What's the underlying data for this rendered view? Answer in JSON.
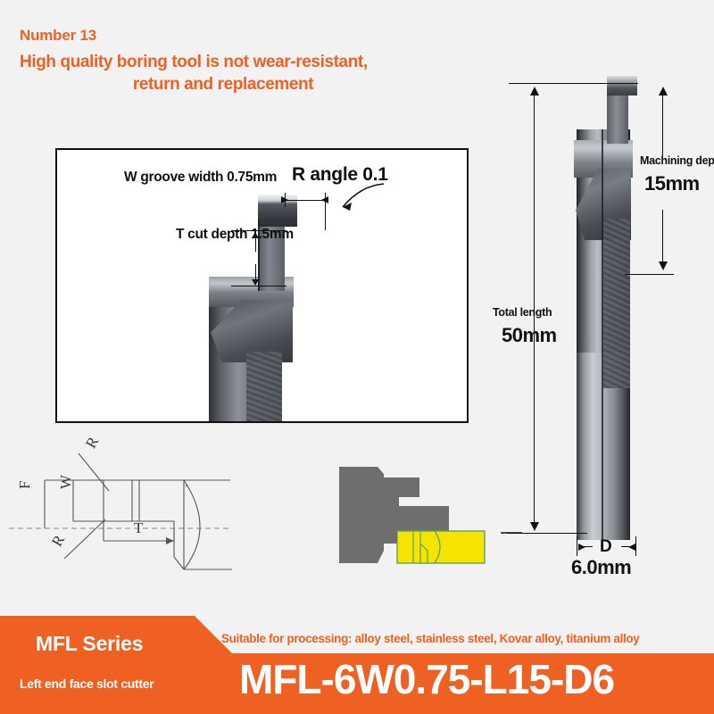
{
  "header": {
    "number": "Number 13",
    "headline_line1": "High quality boring tool is not wear-resistant,",
    "headline_line2": "return and replacement",
    "accent_color": "#ef6123"
  },
  "panel": {
    "groove_label": "W groove width 0.75mm",
    "r_angle_label": "R angle 0.1",
    "cut_depth_label": "T cut depth 1.5mm"
  },
  "dimensions": {
    "machining_depth_caption": "Machining depth",
    "machining_depth_value": "15mm",
    "total_length_caption": "Total length",
    "total_length_value": "50mm",
    "diameter_symbol": "D",
    "diameter_value": "6.0mm"
  },
  "schematic": {
    "label_f": "F",
    "label_w": "W",
    "label_r_top": "R",
    "label_r_bottom": "R",
    "label_t": "T"
  },
  "banner": {
    "series": "MFL Series",
    "subtitle": "Left end face slot cutter",
    "suitable": "Suitable for processing: alloy steel, stainless steel, Kovar alloy, titanium alloy",
    "product_code": "MFL-6W0.75-L15-D6",
    "bar_color": "#ef6123",
    "text_color": "#ffffff"
  },
  "illustration": {
    "workpiece_color": "#6e6e6e",
    "tool_color": "#f5e400"
  }
}
